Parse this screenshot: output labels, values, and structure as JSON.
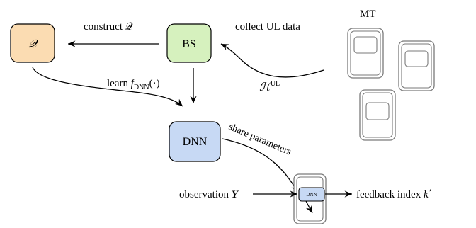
{
  "nodes": {
    "q": {
      "label": "𝒬",
      "fill": "#fbdcb2"
    },
    "bs": {
      "label": "BS",
      "fill": "#d6f1be"
    },
    "dnn": {
      "label": "DNN",
      "fill": "#c7d9f4"
    },
    "dnn_small": {
      "label": "DNN",
      "fill": "#c7d9f4"
    }
  },
  "edge_labels": {
    "construct_q": "construct 𝒬",
    "collect_ul": "collect UL data",
    "learn_prefix": "learn ",
    "learn_f": "f",
    "learn_sub": "DNN",
    "learn_arg": "(·)",
    "h_ul_main": "ℋ",
    "h_ul_sup": "UL",
    "share_params": "share parameters",
    "observation_prefix": "observation ",
    "observation_var": "Y",
    "feedback_prefix": "feedback index ",
    "feedback_var": "k",
    "feedback_sup": "⋆"
  },
  "mt_label": "MT",
  "colors": {
    "stroke": "#000000",
    "phone_stroke": "#7a7a7a"
  }
}
